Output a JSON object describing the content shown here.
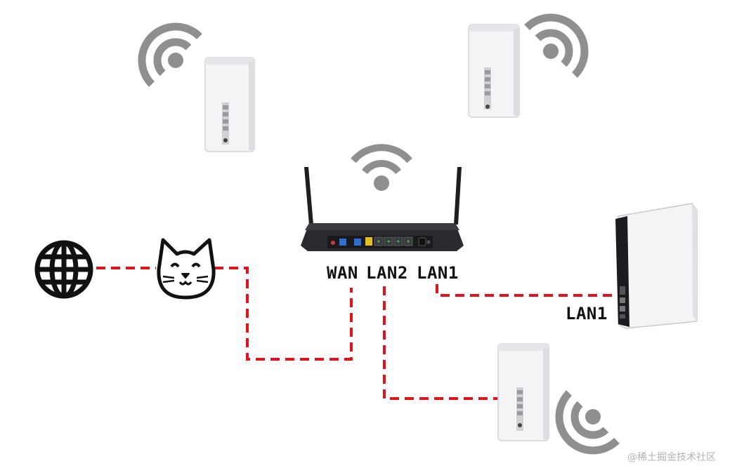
{
  "diagram": {
    "port_labels": {
      "router_wan": "WAN",
      "router_lan2": "LAN2",
      "router_lan1": "LAN1",
      "server_lan1": "LAN1"
    },
    "watermark": "@稀土掘金技术社区",
    "colors": {
      "cable": "#e0141a",
      "wifi": "#8f8f8f",
      "node_white": "#f4f4f6",
      "node_shadow": "#c9c9cd",
      "router_body": "#2b2b2f",
      "icon_stroke": "#111111"
    }
  }
}
